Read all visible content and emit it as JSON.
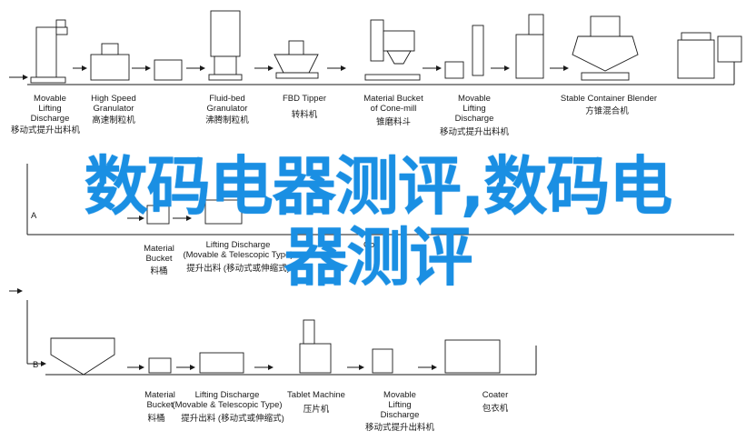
{
  "overlay": {
    "line1": "数码电器测评,数码电",
    "line2": "器测评"
  },
  "labels": {
    "row1": [
      {
        "en": "Movable",
        "en2": "Lifting",
        "en3": "Discharge",
        "zh": "移动式提升出料机"
      },
      {
        "en": "High Speed",
        "en2": "Granulator",
        "zh": "高速制粒机"
      },
      {
        "en": "Fluid-bed",
        "en2": "Granulator",
        "zh": "沸腾制粒机"
      },
      {
        "en": "FBD Tipper",
        "zh": "转料机"
      },
      {
        "en": "Material Bucket",
        "en2": "of Cone-mill",
        "zh": "锥磨料斗"
      },
      {
        "en": "Movable",
        "en2": "Lifting",
        "en3": "Discharge",
        "zh": "移动式提升出料机"
      },
      {
        "en": "Stable Container Blender",
        "zh": "方锥混合机"
      }
    ],
    "row2": [
      {
        "en": "Material",
        "en2": "Bucket",
        "zh": "料桶"
      },
      {
        "en": "Lifting Discharge",
        "en2": "(Movable & Telescopic Type)",
        "zh": "提升出料 (移动式或伸缩式)"
      },
      {
        "en": "Coa"
      }
    ],
    "row3": [
      {
        "en": "Material",
        "en2": "Bucket",
        "zh": "料桶"
      },
      {
        "en": "Lifting Discharge",
        "en2": "(Movable & Telescopic Type)",
        "zh": "提升出料 (移动式或伸缩式)"
      },
      {
        "en": "Tablet Machine",
        "zh": "压片机"
      },
      {
        "en": "Movable",
        "en2": "Lifting",
        "en3": "Discharge",
        "zh": "移动式提升出料机"
      },
      {
        "en": "Coater",
        "zh": "包衣机"
      }
    ],
    "markers": {
      "a": "A",
      "b": "B"
    }
  }
}
